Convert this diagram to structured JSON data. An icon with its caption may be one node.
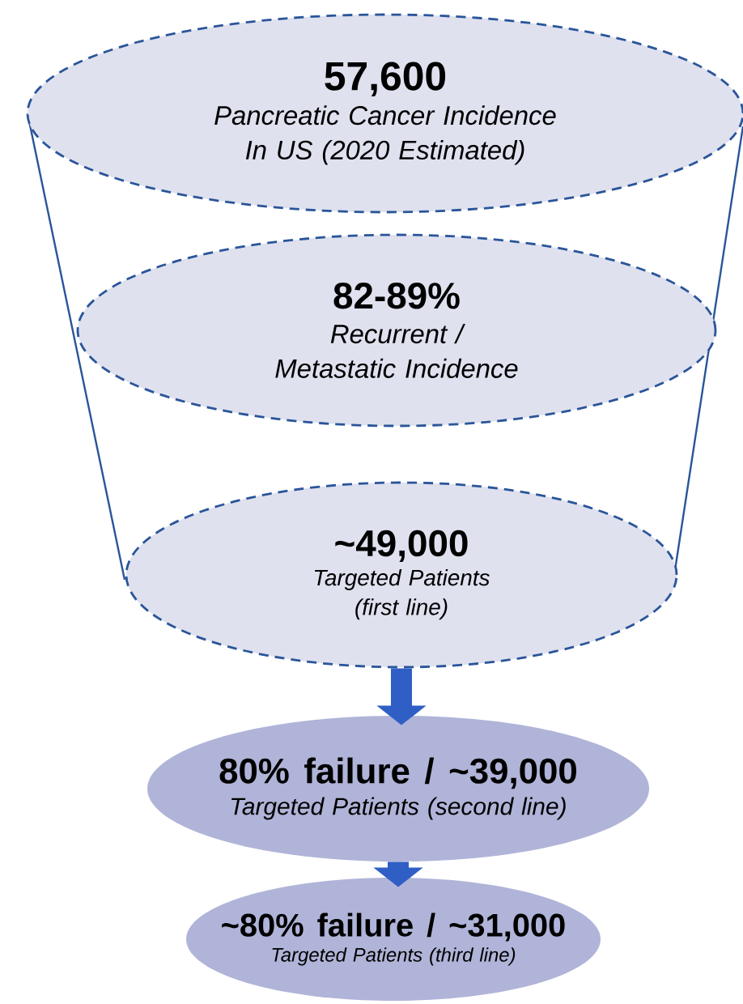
{
  "diagram": {
    "nodes": [
      {
        "text": [
          "57,600",
          "Pancreatic Cancer Incidence In US (2020 Estimated)"
        ]
      },
      {
        "text": [
          "82-89%",
          "Recurrent / Metastatic Incidence"
        ]
      },
      {
        "text": [
          "~49,000",
          "Targeted Patients (first line)"
        ]
      },
      {
        "text": [
          "80% failure / ~39,000",
          "Targeted Patients (second line)"
        ]
      },
      {
        "text": [
          "~80% failure / ~31,000",
          "Targeted Patients (third line)"
        ]
      }
    ],
    "edges": [
      {
        "from": 2,
        "to": 3,
        "arrow": "to"
      },
      {
        "from": 3,
        "to": 4,
        "arrow": "to"
      }
    ]
  }
}
